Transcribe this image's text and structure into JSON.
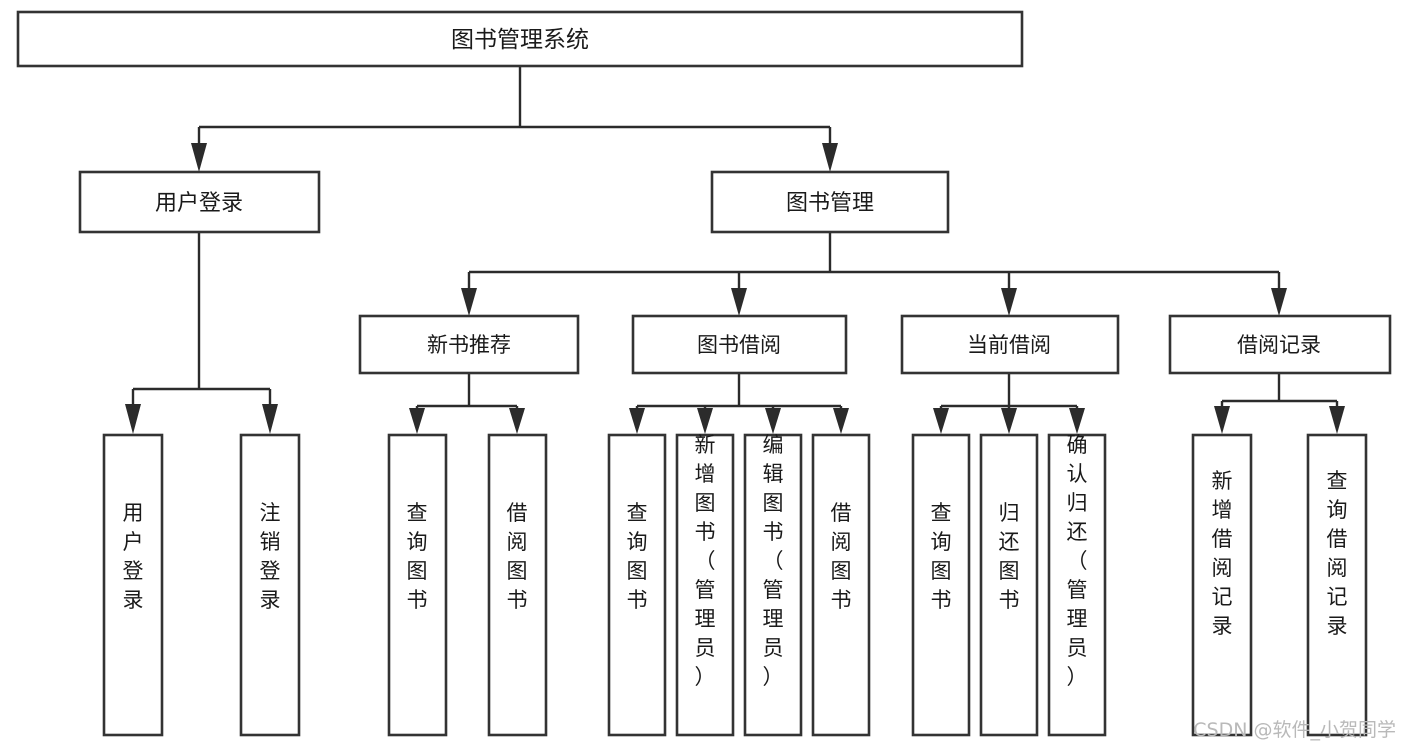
{
  "diagram": {
    "title": "图书管理系统",
    "type": "hierarchy-tree",
    "root": {
      "label": "图书管理系统",
      "level": 0
    },
    "level1": [
      {
        "label": "用户登录"
      },
      {
        "label": "图书管理"
      }
    ],
    "level2": [
      {
        "label": "新书推荐"
      },
      {
        "label": "图书借阅"
      },
      {
        "label": "当前借阅"
      },
      {
        "label": "借阅记录"
      }
    ],
    "leaves": {
      "user_login": [
        {
          "label": "用户登录"
        },
        {
          "label": "注销登录"
        }
      ],
      "new_book_recommend": [
        {
          "label": "查询图书"
        },
        {
          "label": "借阅图书"
        }
      ],
      "book_borrow": [
        {
          "label": "查询图书"
        },
        {
          "label": "新增图书（管理员）"
        },
        {
          "label": "编辑图书（管理员）"
        },
        {
          "label": "借阅图书"
        }
      ],
      "current_borrow": [
        {
          "label": "查询图书"
        },
        {
          "label": "归还图书"
        },
        {
          "label": "确认归还（管理员）"
        }
      ],
      "borrow_record": [
        {
          "label": "新增借阅记录"
        },
        {
          "label": "查询借阅记录"
        }
      ]
    },
    "watermark": "CSDN @软件_小贺同学",
    "colors": {
      "box_stroke": "#333333",
      "box_fill": "#ffffff",
      "connector": "#2b2b2b",
      "text": "#1a1a1a",
      "watermark": "#b9b9b9",
      "background": "#ffffff"
    }
  }
}
